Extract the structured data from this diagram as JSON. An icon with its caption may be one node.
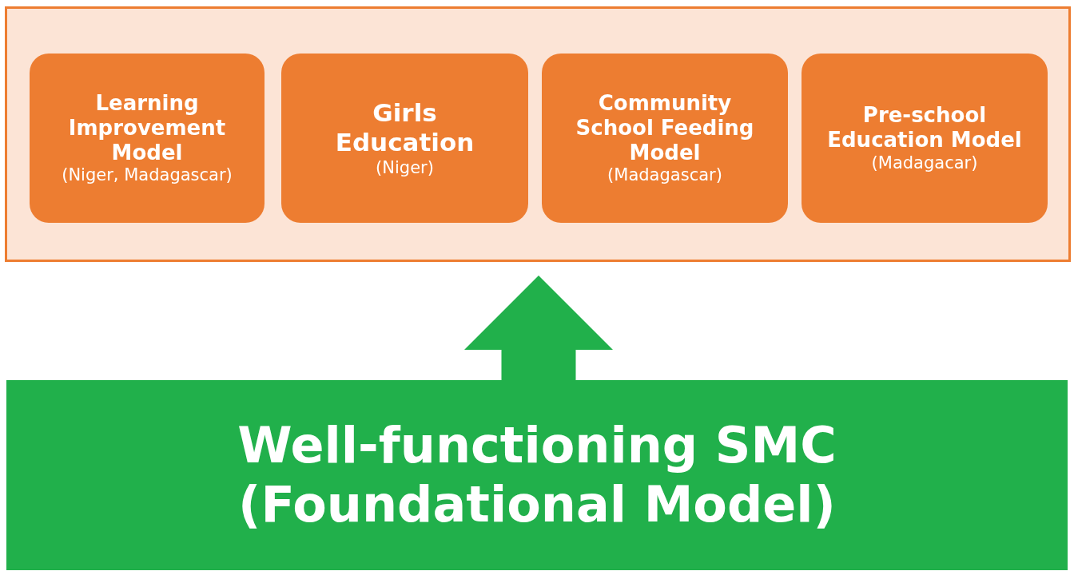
{
  "diagram": {
    "nodes": [
      {
        "text": [],
        "shape": "box"
      },
      {
        "text": [
          "Learning Improvement Model",
          "(Niger, Madagascar)"
        ],
        "in": 0
      },
      {
        "text": [
          "Girls Education",
          "(Niger)"
        ],
        "in": 0
      },
      {
        "text": [
          "Community School Feeding Model",
          "(Madagascar)"
        ],
        "in": 0
      },
      {
        "text": [
          "Pre-school Education Model",
          "(Madagacar)"
        ],
        "in": 0
      },
      {
        "text": [
          "Well-functioning SMC (Foundational Model)"
        ]
      }
    ],
    "edges": [
      {
        "from": 5,
        "to": 0,
        "arrow": "to"
      }
    ]
  }
}
